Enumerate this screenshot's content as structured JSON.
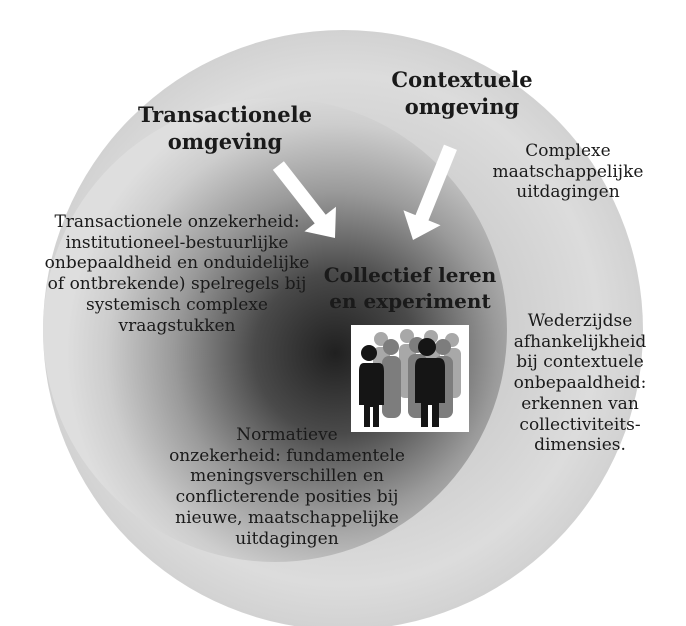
{
  "diagram": {
    "title_transactional": "Transactionele\nomgeving",
    "title_contextual": "Contextuele\nomgeving",
    "center_title": "Collectief leren\nen experiment",
    "text_complex_challenges": "Complexe\nmaatschappelijke\nuitdagingen",
    "text_transactional_uncertainty": "Transactionele onzekerheid:\ninstitutioneel-bestuurlijke\nonbepaaldheid en onduidelijke\nof ontbrekende) spelregels bij\nsystemisch complexe\nvraagstukken",
    "text_normative_uncertainty": "Normatieve\nonzekerheid: fundamentele\nmeningsverschillen en\nconflicterende posities bij\nnieuwe, maatschappelijke\nuitdagingen",
    "text_mutual_dependency": "Wederzijdse\nafhankelijkheid\nbij contextuele\nonbepaaldheid:\nerkennen van\ncollectiviteits-\ndimensies."
  },
  "colors": {
    "outer_circle": "#d4d4d4",
    "inner_circle_dark": "#2a2a2a",
    "arrow": "#ffffff",
    "silhouette_dark": "#111111",
    "silhouette_gray": "#8c8c8c"
  },
  "icons": {
    "arrow_left": "arrow-down-right-icon",
    "arrow_right": "arrow-down-left-icon",
    "people": "group-of-people-icon"
  }
}
